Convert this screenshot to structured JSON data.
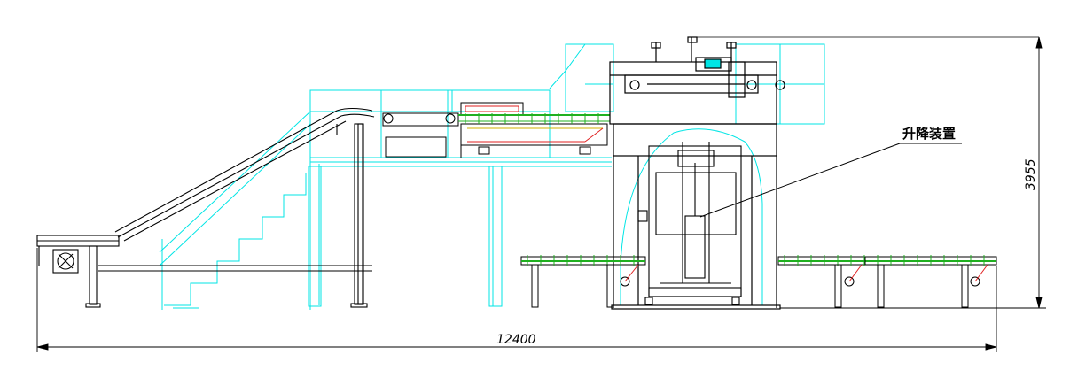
{
  "drawing": {
    "colors": {
      "structure": "#00e5e5",
      "machine": "#000000",
      "roller": "#20b020",
      "red_detail": "#e02020",
      "yellow_detail": "#d0b000",
      "dimension": "#000000"
    },
    "dimensions": {
      "overall_length": "12400",
      "overall_height": "3955"
    },
    "callouts": {
      "lifting_device": "升降装置"
    },
    "components": [
      "incline-belt-conveyor",
      "platform-frame",
      "horizontal-roller-conveyor",
      "stacker-frame",
      "lifting-device",
      "outfeed-roller-conveyor-left",
      "outfeed-roller-conveyor-right"
    ]
  }
}
